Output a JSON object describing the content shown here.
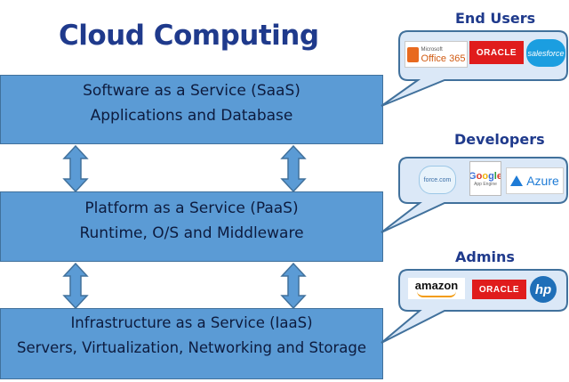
{
  "title": "Cloud Computing",
  "layers": {
    "saas": {
      "line1": "Software as a Service (SaaS)",
      "line2": "Applications and Database"
    },
    "paas": {
      "line1": "Platform as a Service (PaaS)",
      "line2": "Runtime, O/S and Middleware"
    },
    "iaas": {
      "line1": "Infrastructure as a Service (IaaS)",
      "line2": "Servers, Virtualization, Networking and Storage"
    }
  },
  "groups": {
    "end_users": {
      "title": "End Users",
      "logos": {
        "office": {
          "brand": "Microsoft",
          "name": "Office 365"
        },
        "oracle": "ORACLE",
        "salesforce": "salesforce"
      }
    },
    "developers": {
      "title": "Developers",
      "logos": {
        "force": "force.com",
        "google": {
          "name": "Google",
          "sub": "App Engine"
        },
        "azure": "Azure"
      }
    },
    "admins": {
      "title": "Admins",
      "logos": {
        "amazon": "amazon",
        "oracle": "ORACLE",
        "hp": "hp"
      }
    }
  },
  "colors": {
    "layer_fill": "#5b9bd5",
    "layer_border": "#41719c",
    "title": "#1f3a8c",
    "oracle_red": "#e01c1c",
    "salesforce_blue": "#1b9ee0"
  }
}
